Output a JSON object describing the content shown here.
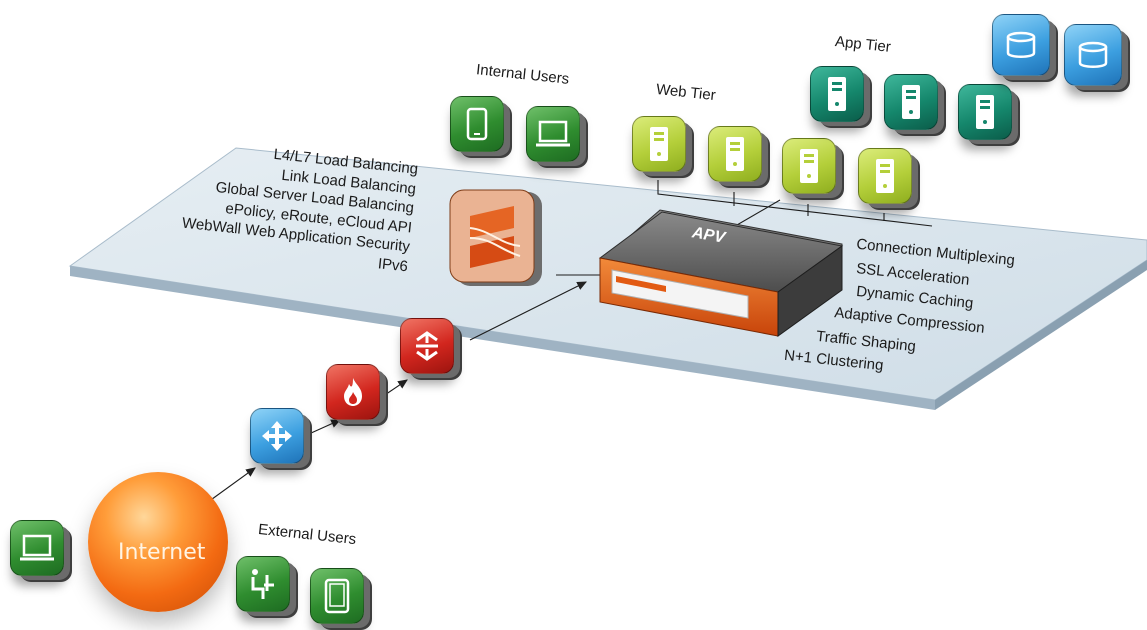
{
  "labels": {
    "internal_users": "Internal Users",
    "web_tier": "Web Tier",
    "app_tier": "App Tier",
    "external_users": "External Users",
    "internet": "Internet",
    "apv": "APV"
  },
  "left_features": [
    "L4/L7 Load Balancing",
    "Link Load Balancing",
    "Global Server Load Balancing",
    "ePolicy, eRoute, eCloud API",
    "WebWall Web Application Security",
    "IPv6"
  ],
  "right_features": [
    "Connection Multiplexing",
    "SSL Acceleration",
    "Dynamic Caching",
    "Adaptive Compression",
    "Traffic Shaping",
    "N+1 Clustering"
  ],
  "colors": {
    "platform": "#dbe6ee",
    "internal_users_tile": "#2f8d2f",
    "web_tier_tile": "#b4cf3a",
    "app_tier_tile": "#15876c",
    "database_tile": "#3c9fe0",
    "firewall_tile": "#d2261e",
    "internet_sphere": "#f36a12",
    "apv_accent": "#e25a12"
  },
  "icons": {
    "internal_users": [
      "smartphone-icon",
      "laptop-icon"
    ],
    "web_tier": [
      "server-icon",
      "server-icon",
      "server-icon",
      "server-icon"
    ],
    "app_tier": [
      "server-icon",
      "server-icon",
      "server-icon"
    ],
    "databases": [
      "database-icon",
      "database-icon"
    ],
    "chain": [
      "router-icon",
      "firewall-icon",
      "switch-icon"
    ],
    "external_users": [
      "laptop-icon",
      "kiosk-user-icon",
      "tablet-icon"
    ]
  }
}
